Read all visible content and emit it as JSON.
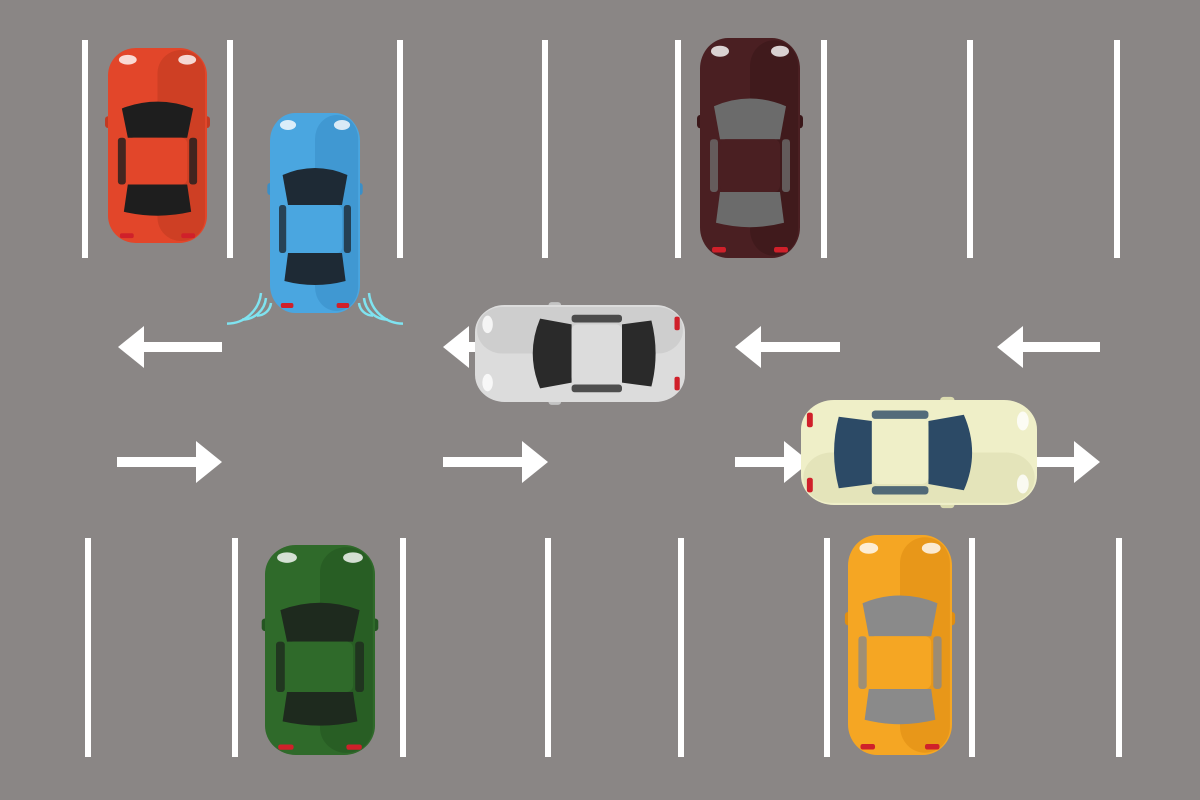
{
  "scene": {
    "background": "#8a8685",
    "line_color": "#ffffff",
    "sensor_color": "#7fe3f0"
  },
  "cars": {
    "red": {
      "body": "#e2462a",
      "shade": "#c23a22",
      "glass": "#1e1e1e",
      "direction": "up"
    },
    "blue": {
      "body": "#4aa6e0",
      "shade": "#3a8fc8",
      "glass": "#1e2a35",
      "direction": "up",
      "parking_sensors": true
    },
    "maroon": {
      "body": "#4a1f22",
      "shade": "#3a1719",
      "glass": "#6b6b6b",
      "direction": "up"
    },
    "white": {
      "body": "#dcdcdc",
      "shade": "#c4c4c4",
      "glass": "#2a2a2a",
      "direction": "left"
    },
    "cream": {
      "body": "#efefc8",
      "shade": "#dcdcb0",
      "glass": "#2c4a66",
      "direction": "right"
    },
    "green": {
      "body": "#2f6a2a",
      "shade": "#255622",
      "glass": "#1e2a1e",
      "direction": "up"
    },
    "yellow": {
      "body": "#f5a623",
      "shade": "#e08e12",
      "glass": "#8a8a8a",
      "direction": "up"
    }
  },
  "arrows": {
    "left_lane": "left",
    "right_lane": "right"
  }
}
